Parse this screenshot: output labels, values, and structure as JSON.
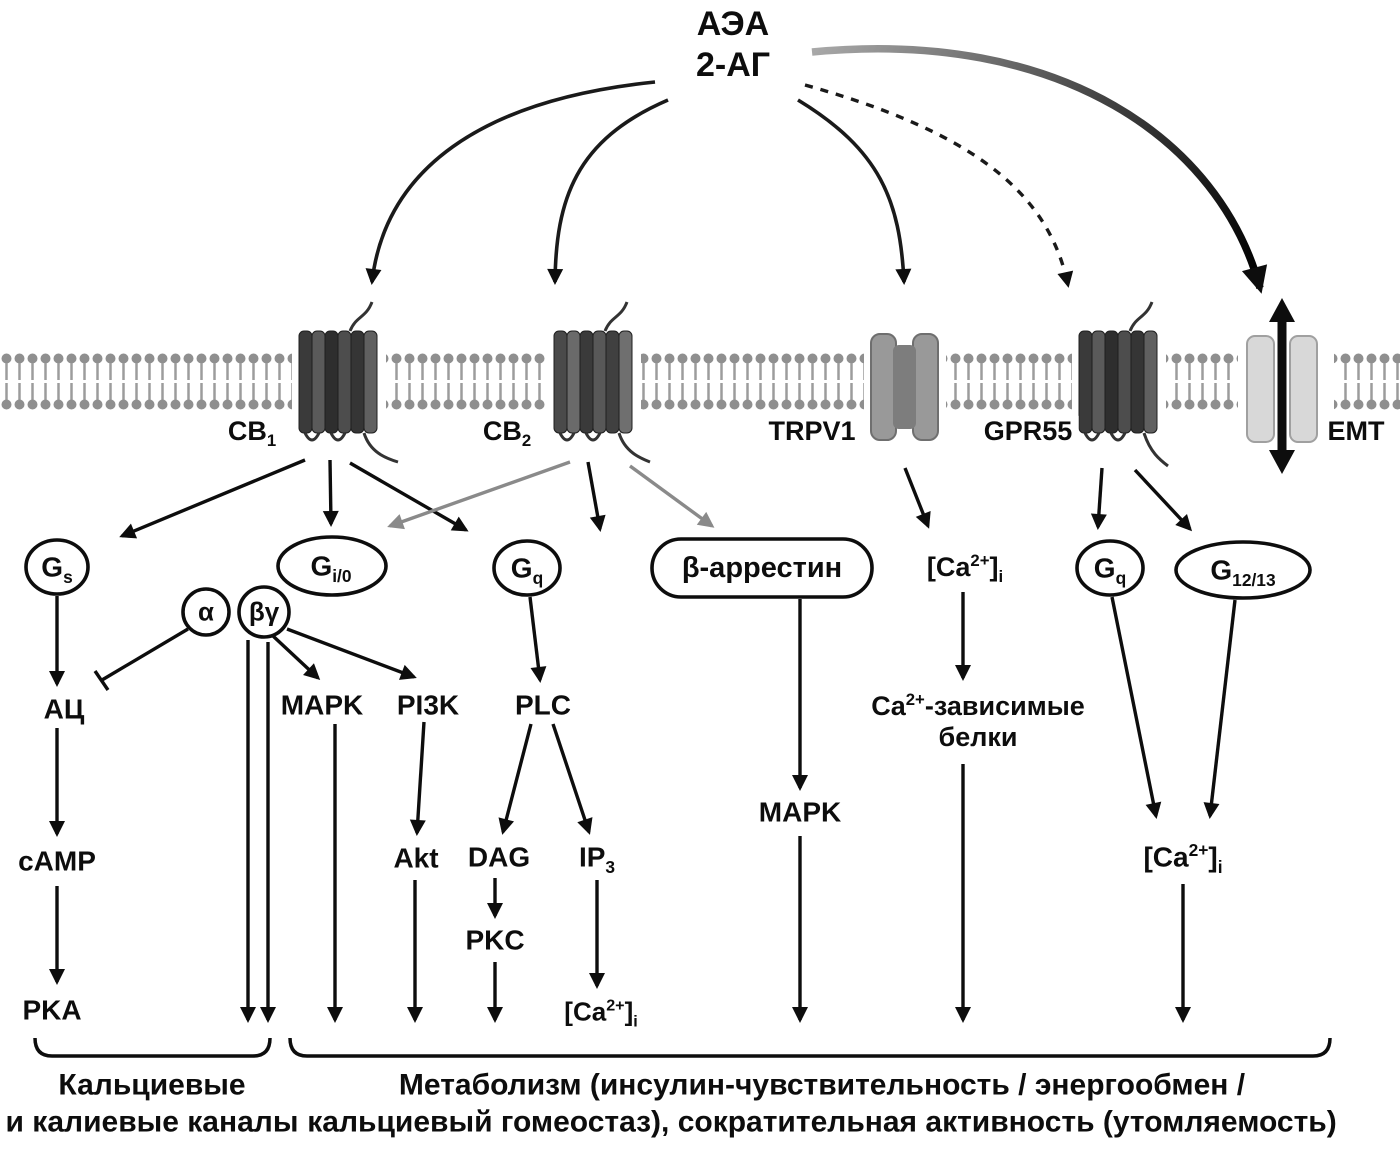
{
  "ligands": {
    "aea": "АЭА",
    "ag2": "2-АГ"
  },
  "receptors": {
    "cb1": {
      "main": "СВ",
      "sub": "1"
    },
    "cb2": {
      "main": "СВ",
      "sub": "2"
    },
    "trpv1": "TRPV1",
    "gpr55": "GPR55",
    "emt": "EMT"
  },
  "effectors": {
    "gs": {
      "main": "G",
      "sub": "s"
    },
    "gi0": {
      "main": "G",
      "sub": "i/0"
    },
    "alpha": "α",
    "betagamma": "βγ",
    "gq": {
      "main": "G",
      "sub": "q"
    },
    "beta_arrestin": "β-аррестин",
    "g1213": {
      "main": "G",
      "sub": "12/13"
    }
  },
  "molecules": {
    "ac": "АЦ",
    "camp": "cAMP",
    "pka": "PKA",
    "mapk": "MAPK",
    "pi3k": "PI3K",
    "akt": "Akt",
    "plc": "PLC",
    "dag": "DAG",
    "pkc": "PKC",
    "ip3": {
      "main": "IP",
      "sub": "3"
    },
    "ca_formula": {
      "p1": "[Ca",
      "sup": "2+",
      "p2": "]",
      "sub": "i"
    },
    "ca_dependent": {
      "p1": "Ca",
      "sup": "2+",
      "p2": "-зависимые",
      "line2": "белки"
    }
  },
  "outcomes": {
    "channels_line1": "Кальциевые",
    "channels_line2": "и калиевые каналы",
    "metabolism_line1": "Метаболизм (инсулин-чувствительность / энергообмен /",
    "metabolism_line2": "кальциевый гомеостаз), сократительная активность (утомляемость)"
  },
  "colors": {
    "ink": "#000000",
    "gray_arrow": "#8a8a8a",
    "membrane": "#909090"
  }
}
